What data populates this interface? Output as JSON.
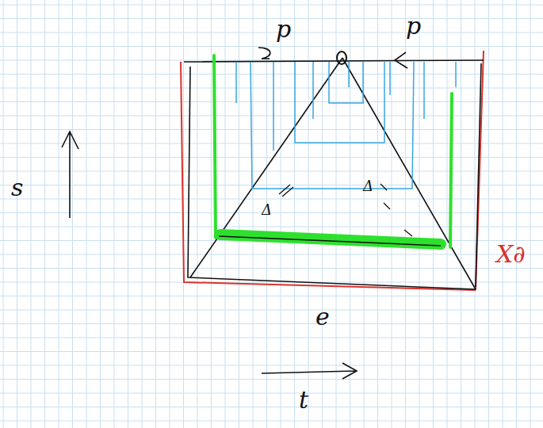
{
  "diagram": {
    "labels": [
      "p",
      "p",
      "s",
      "t",
      "e",
      "X∂",
      "Δ",
      "Δ"
    ]
  }
}
